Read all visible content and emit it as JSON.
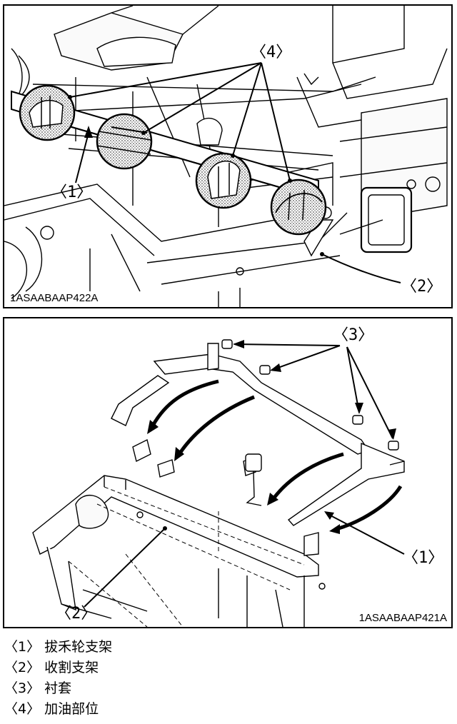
{
  "figures": [
    {
      "code": "1ASAABAAP422A",
      "callouts": {
        "c1": "〈1〉",
        "c2": "〈2〉",
        "c4": "〈4〉"
      }
    },
    {
      "code": "1ASAABAAP421A",
      "callouts": {
        "c1": "〈1〉",
        "c2": "〈2〉",
        "c3": "〈3〉"
      }
    }
  ],
  "legend": [
    {
      "num": "〈1〉",
      "text": "拔禾轮支架"
    },
    {
      "num": "〈2〉",
      "text": "收割支架"
    },
    {
      "num": "〈3〉",
      "text": "衬套"
    },
    {
      "num": "〈4〉",
      "text": "加油部位"
    }
  ]
}
